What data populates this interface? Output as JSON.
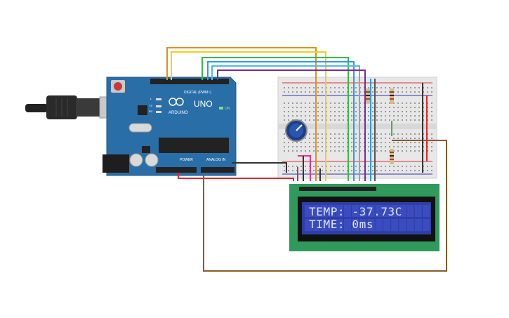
{
  "arduino": {
    "brand": "ARDUINO",
    "model": "UNO",
    "on_label": "ON",
    "digital_label": "DIGITAL (PWM~)",
    "power_label": "POWER",
    "analog_label": "ANALOG IN",
    "tx_label": "TX",
    "rx_label": "RX",
    "l_label": "L"
  },
  "lcd": {
    "line1": "TEMP: -37.73C",
    "line2": "TIME: 0ms"
  },
  "colors": {
    "board": "#2a6ea8",
    "breadboard": "#e7e7e7",
    "lcd_pcb": "#2f9a5c",
    "lcd_screen": "#2f3fa7",
    "wire_orange": "#e0901a",
    "wire_yellow": "#f2cf1a",
    "wire_green": "#3bb84a",
    "wire_blue": "#2a9be0",
    "wire_purple": "#7a2a9a",
    "wire_red": "#d92a2a",
    "wire_black": "#333333",
    "wire_brown": "#8a5a2a",
    "wire_pink": "#d63a8a"
  }
}
